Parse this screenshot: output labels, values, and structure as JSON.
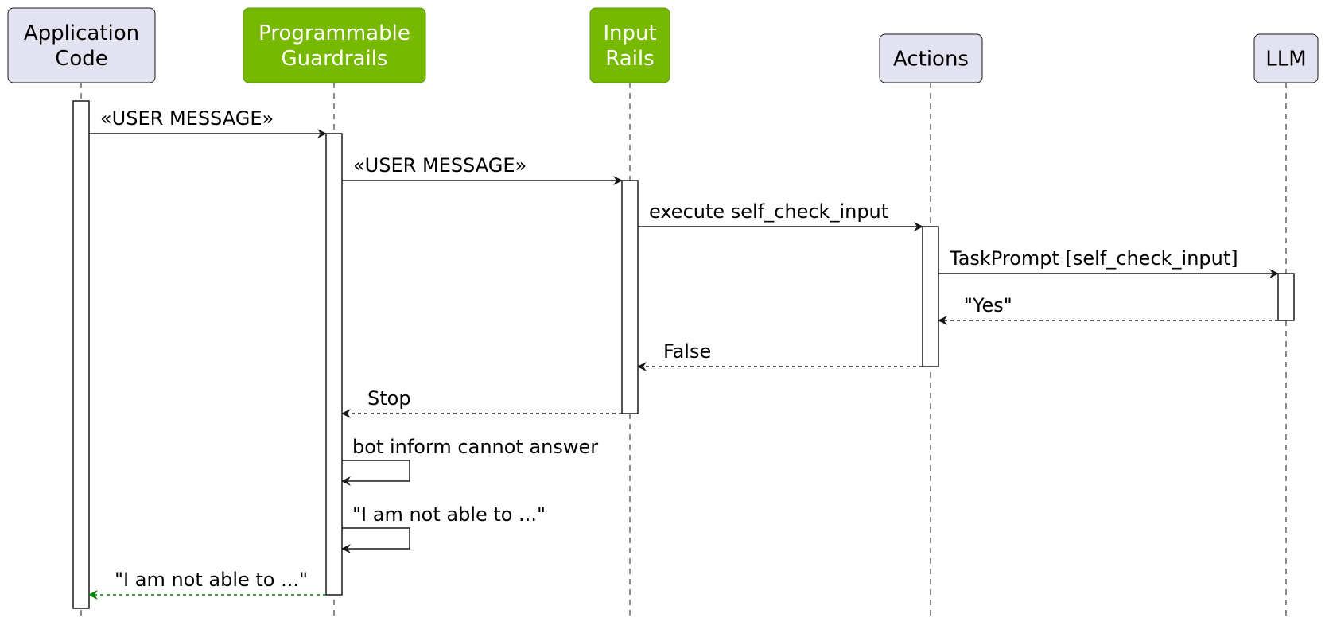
{
  "participants": [
    {
      "id": "app",
      "lines": [
        "Application",
        "Code"
      ],
      "fill": "#E2E2F0",
      "stroke": "#181818",
      "text": "#000000"
    },
    {
      "id": "guard",
      "lines": [
        "Programmable",
        "Guardrails"
      ],
      "fill": "#76B900",
      "stroke": "#5A9A00",
      "text": "#FFFFFF"
    },
    {
      "id": "input",
      "lines": [
        "Input",
        "Rails"
      ],
      "fill": "#76B900",
      "stroke": "#5A9A00",
      "text": "#FFFFFF"
    },
    {
      "id": "actions",
      "lines": [
        "Actions"
      ],
      "fill": "#E2E2F0",
      "stroke": "#181818",
      "text": "#000000"
    },
    {
      "id": "llm",
      "lines": [
        "LLM"
      ],
      "fill": "#E2E2F0",
      "stroke": "#181818",
      "text": "#000000"
    }
  ],
  "messages": [
    {
      "from": "app",
      "to": "guard",
      "label": "«USER MESSAGE»",
      "style": "solid",
      "color": "#181818"
    },
    {
      "from": "guard",
      "to": "input",
      "label": "«USER MESSAGE»",
      "style": "solid",
      "color": "#181818"
    },
    {
      "from": "input",
      "to": "actions",
      "label": "execute self_check_input",
      "style": "solid",
      "color": "#181818"
    },
    {
      "from": "actions",
      "to": "llm",
      "label": "TaskPrompt [self_check_input]",
      "style": "solid",
      "color": "#181818"
    },
    {
      "from": "llm",
      "to": "actions",
      "label": "\"Yes\"",
      "style": "dashed",
      "color": "#181818"
    },
    {
      "from": "actions",
      "to": "input",
      "label": "False",
      "style": "dashed",
      "color": "#181818"
    },
    {
      "from": "input",
      "to": "guard",
      "label": "Stop",
      "style": "dashed",
      "color": "#181818"
    },
    {
      "from": "guard",
      "to": "guard",
      "label": "bot inform cannot answer",
      "style": "solid",
      "color": "#181818"
    },
    {
      "from": "guard",
      "to": "guard",
      "label": "\"I am not able to ...\"",
      "style": "solid",
      "color": "#181818"
    },
    {
      "from": "guard",
      "to": "app",
      "label": "\"I am not able to ...\"",
      "style": "dashed",
      "color": "#008000"
    }
  ]
}
